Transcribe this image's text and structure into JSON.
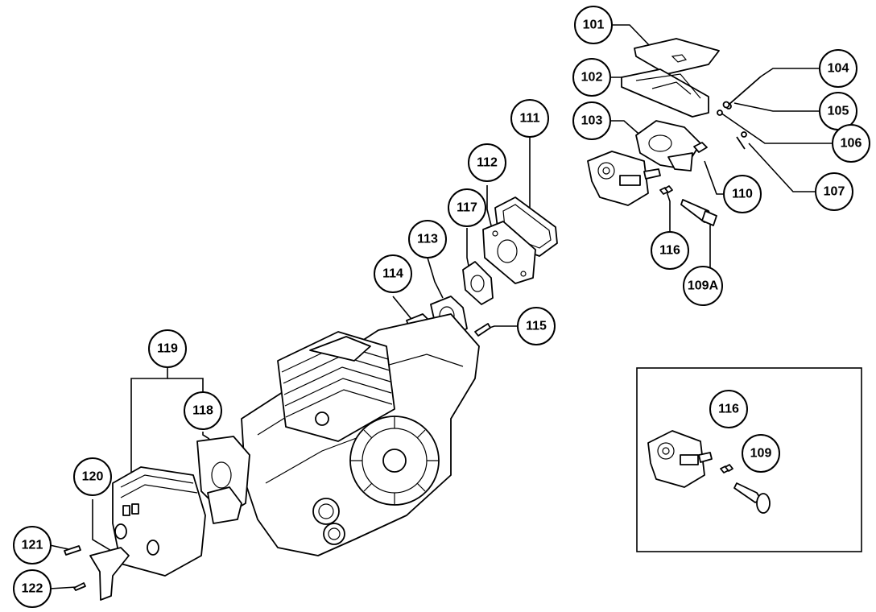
{
  "callouts": [
    {
      "id": "c101",
      "label": "101"
    },
    {
      "id": "c102",
      "label": "102"
    },
    {
      "id": "c103",
      "label": "103"
    },
    {
      "id": "c104",
      "label": "104"
    },
    {
      "id": "c105",
      "label": "105"
    },
    {
      "id": "c106",
      "label": "106"
    },
    {
      "id": "c107",
      "label": "107"
    },
    {
      "id": "c110",
      "label": "110"
    },
    {
      "id": "c116a",
      "label": "116"
    },
    {
      "id": "c109a",
      "label": "109A"
    },
    {
      "id": "c111",
      "label": "111"
    },
    {
      "id": "c112",
      "label": "112"
    },
    {
      "id": "c117",
      "label": "117"
    },
    {
      "id": "c113",
      "label": "113"
    },
    {
      "id": "c114",
      "label": "114"
    },
    {
      "id": "c115",
      "label": "115"
    },
    {
      "id": "c119",
      "label": "119"
    },
    {
      "id": "c118",
      "label": "118"
    },
    {
      "id": "c120",
      "label": "120"
    },
    {
      "id": "c121",
      "label": "121"
    },
    {
      "id": "c122",
      "label": "122"
    },
    {
      "id": "c116b",
      "label": "116"
    },
    {
      "id": "c109",
      "label": "109"
    }
  ]
}
